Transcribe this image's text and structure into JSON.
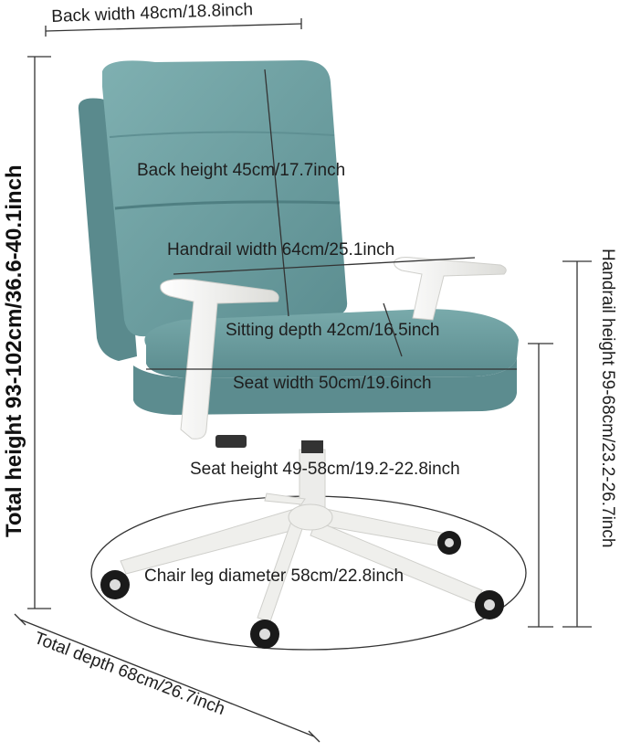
{
  "dimensions": {
    "back_width": "Back width 48cm/18.8inch",
    "back_height": "Back height 45cm/17.7inch",
    "handrail_width": "Handrail width 64cm/25.1inch",
    "sitting_depth": "Sitting depth 42cm/16.5inch",
    "seat_width": "Seat width 50cm/19.6inch",
    "seat_height": "Seat height 49-58cm/19.2-22.8inch",
    "chair_leg_diameter": "Chair leg diameter 58cm/22.8inch",
    "total_height": "Total height 93-102cm/36.6-40.1inch",
    "handrail_height": "Handrail height 59-68cm/23.2-26.7inch",
    "total_depth": "Total depth 68cm/26.7inch"
  },
  "colors": {
    "fabric": "#6e9ea0",
    "fabric_dark": "#4f7f82",
    "frame": "#f2f2f0",
    "wheel": "#1a1a1a",
    "line": "#333333"
  }
}
